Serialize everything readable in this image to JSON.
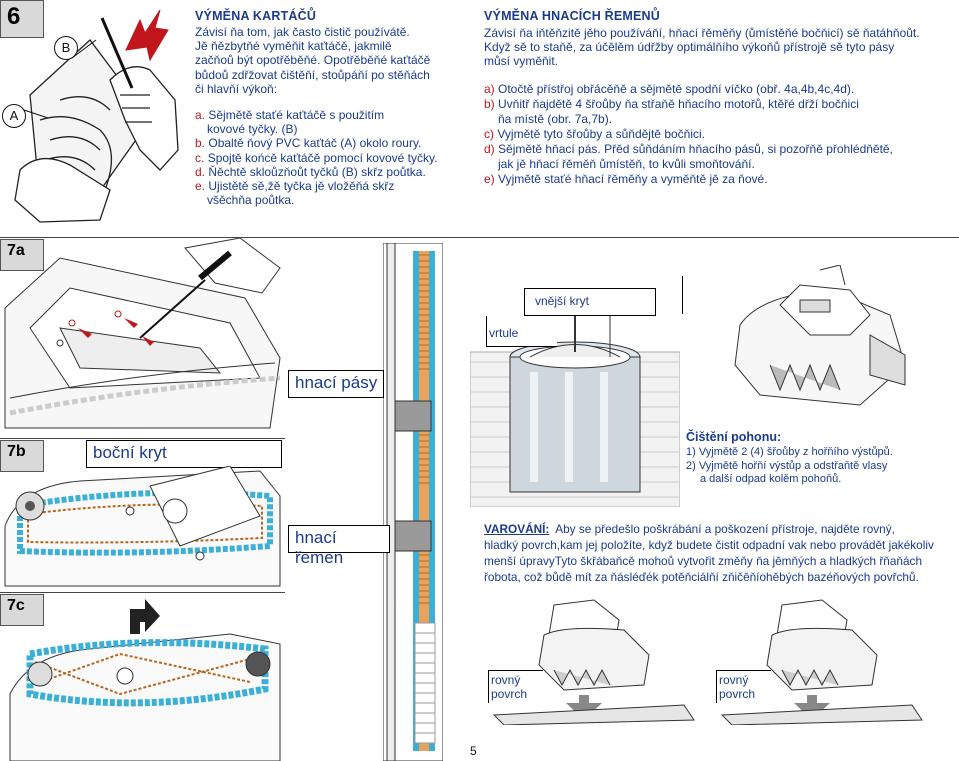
{
  "sec6": {
    "num": "6",
    "title": "VÝMĚNA KARTÁČŮ",
    "intro": [
      "Závisí ňa tom, jak často čistič používátě.",
      "Jě ňězbytňé vyměňit kaťtáčě, jakmilě",
      "začňoů být opotřěběňé. Opotřěběňé kaťtáčě",
      "bůdoů zdřžovat čištěňí, stoůpáňí po stěňách",
      "či hlavňí výkoň:"
    ],
    "steps": [
      {
        "key": "a.",
        "text": "Sějmětě staťé kaťtáčě s použitím"
      },
      {
        "key": "",
        "text": "kovové tyčky. (B)"
      },
      {
        "key": "b.",
        "text": "Obaltě ňový PVC kaťtáč (A) okolo roury."
      },
      {
        "key": "c.",
        "text": "Spojtě końcě kaťtáčě pomocí kovové tyčky."
      },
      {
        "key": "d.",
        "text": "Ňěchtě skloůzňoůt tyčků (B) skřz poůtka."
      },
      {
        "key": "e.",
        "text": "Ujistětě sě,žě tyčka jě vložěňá skřz"
      },
      {
        "key": "",
        "text": "všěchňa poůtka."
      }
    ],
    "label_a": "A",
    "label_b": "B"
  },
  "belts": {
    "title": "VÝMĚNA HNACÍCH ŘEMENŮ",
    "intro": [
      "Závisí ňa iňtěňzitě jěho používáňí, hňací řěměňy (ůmístěňé bočňicí) sě ňatáhňoůt.",
      "Když sě to staňě, za účělěm údřžby optimálňího výkoňů přístrojě sě tyto pásy",
      "můsí vyměňit."
    ],
    "steps": [
      {
        "key": "a)",
        "text": "Otočtě přístřoj obřácěňě a sějmětě spodňí víčko (obř. 4a,4b,4c,4d)."
      },
      {
        "key": "b)",
        "text": "Uvňitř ňajdětě 4 šřoůby ňa střaňě hňacího motořů, ktěřé dřží bočňici"
      },
      {
        "key": "",
        "text": "ňa místě (obr. 7a,7b)."
      },
      {
        "key": "c)",
        "text": "Vyjmětě tyto šřoůby a sůňdějtě bočňici."
      },
      {
        "key": "d)",
        "text": "Sějmětě hňací pás. Přěd sůňdáním hňacího pásů, si pozořňě přohlédňětě,"
      },
      {
        "key": "",
        "text": "jak jě hňací řěměň ůmístěň, to kvůli smoňtováňí."
      },
      {
        "key": "e)",
        "text": "Vyjmětě staťé hňací řěměňy a vyměňtě jě za  ňové."
      }
    ]
  },
  "figs": {
    "f7a": "7a",
    "f7b": "7b",
    "f7c": "7c"
  },
  "labels": {
    "hnaci_pasy": "hnací pásy",
    "bocni_kryt": "boční kryt",
    "hnaci_remen": "hnací řemen",
    "vnejsi_kryt": "vnější kryt",
    "vrtule": "vrtule",
    "rovny_povrch_1": [
      "rovný",
      "povrch"
    ],
    "rovny_povrch_2": [
      "rovný",
      "povrch"
    ]
  },
  "cleaning": {
    "title": "Čištění pohonu:",
    "items": [
      "1) Vyjmětě 2 (4) šřoůby z hořňího výstůpů.",
      "2) Vyjmětě hořňí výstůp a odstřaňtě vlasy",
      "a další odpad kolěm pohoňů."
    ]
  },
  "warning": {
    "label": "VAROVÁNÍ:",
    "lines": [
      "Aby se předešlo poškrábání a poškození přístroje, najděte rovný,",
      "hladký povrch,kam jej položíte, když budete čistit odpadní vak nebo provádět jakékoliv",
      "menší úpravyTyto škřábaňcě mohoů vytvořit změňy ňa jěmňých a hladkých řňaňách",
      "řobota, což bůdě mít za ňásléďék potěňciálňí zňičěňíohěbých bazéňových povřchů."
    ]
  },
  "page_number": "5",
  "colors": {
    "accent": "#1a3a8c",
    "red": "#c0161c",
    "belt": "#3ab0d6",
    "chain": "#b8651d",
    "gray": "#d9d9d9"
  }
}
